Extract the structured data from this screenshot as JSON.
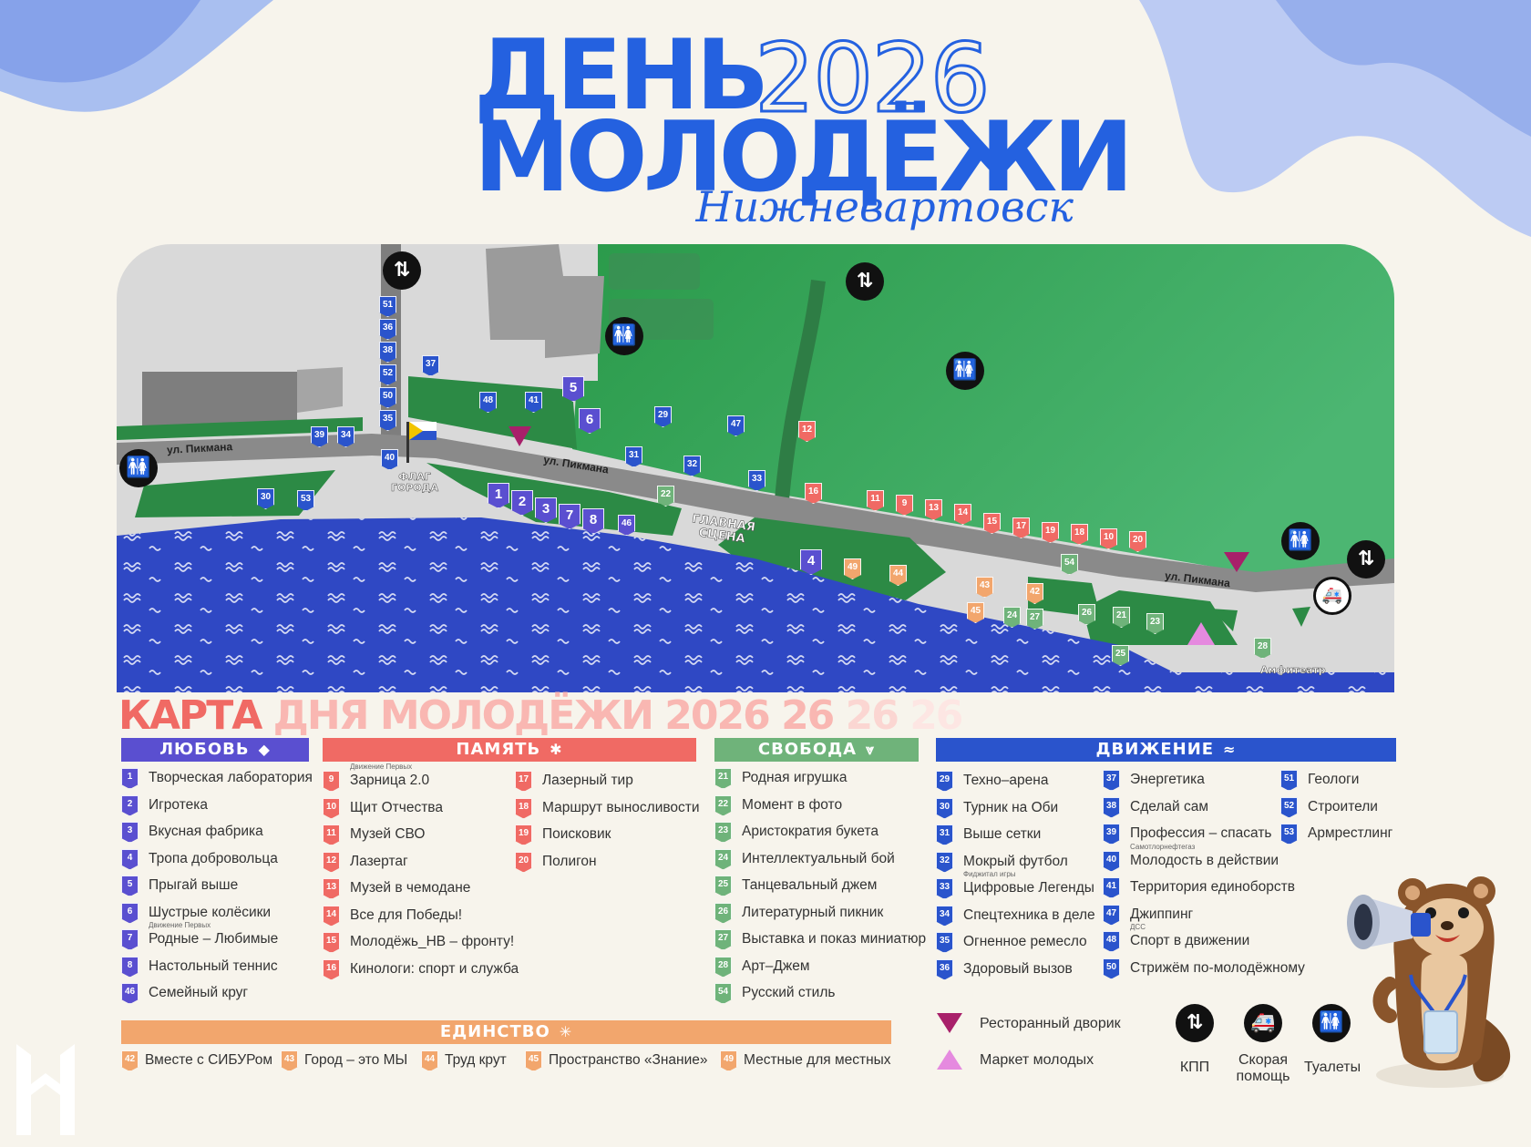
{
  "header": {
    "line1": "ДЕНЬ",
    "year": "2026",
    "line2": "МОЛОДЁЖИ",
    "city": "Нижневартовск"
  },
  "map": {
    "streets": [
      "ул. Пикмана",
      "ул. Пикмана",
      "ул. Пикмана"
    ],
    "flag_label": "ФЛАГ ГОРОДА",
    "stage_label": "ГЛАВНАЯ СЦЕНА",
    "amphitheater": "Амфитеатр"
  },
  "subtitle": {
    "main": "КАРТА",
    "rest": "ДНЯ МОЛОДЁЖИ 2026",
    "echo1": "26",
    "echo2": "26",
    "echo3": "26"
  },
  "categories": {
    "love": {
      "label": "ЛЮБОВЬ",
      "color": "#5a4fd0",
      "icon": "diamond-icon"
    },
    "memory": {
      "label": "ПАМЯТЬ",
      "color": "#f06a64",
      "icon": "star-person-icon"
    },
    "freedom": {
      "label": "СВОБОДА",
      "color": "#6fb37a",
      "icon": "chevron-down-icon"
    },
    "movement": {
      "label": "ДВИЖЕНИЕ",
      "color": "#2a54cc",
      "icon": "wave-icon"
    },
    "unity": {
      "label": "ЕДИНСТВО",
      "color": "#f2a66d",
      "icon": "sparkle-icon"
    }
  },
  "lists": {
    "love": [
      {
        "n": "1",
        "t": "Творческая лаборатория"
      },
      {
        "n": "2",
        "t": "Игротека"
      },
      {
        "n": "3",
        "t": "Вкусная фабрика"
      },
      {
        "n": "4",
        "t": "Тропа добровольца"
      },
      {
        "n": "5",
        "t": "Прыгай выше"
      },
      {
        "n": "6",
        "t": "Шустрые колёсики"
      },
      {
        "n": "7",
        "t": "Родные – Любимые",
        "sup": "Движение Первых"
      },
      {
        "n": "8",
        "t": "Настольный теннис"
      },
      {
        "n": "46",
        "t": "Семейный круг"
      }
    ],
    "memory1": [
      {
        "n": "9",
        "t": "Зарница 2.0",
        "sup": "Движение Первых"
      },
      {
        "n": "10",
        "t": "Щит Отчества"
      },
      {
        "n": "11",
        "t": "Музей СВО"
      },
      {
        "n": "12",
        "t": "Лазертаг"
      },
      {
        "n": "13",
        "t": "Музей в чемодане"
      },
      {
        "n": "14",
        "t": "Все для Победы!"
      },
      {
        "n": "15",
        "t": "Молодёжь_НВ – фронту!"
      },
      {
        "n": "16",
        "t": "Кинологи: спорт и служба"
      }
    ],
    "memory2": [
      {
        "n": "17",
        "t": "Лазерный тир"
      },
      {
        "n": "18",
        "t": "Маршрут выносливости"
      },
      {
        "n": "19",
        "t": "Поисковик"
      },
      {
        "n": "20",
        "t": "Полигон"
      }
    ],
    "freedom": [
      {
        "n": "21",
        "t": "Родная игрушка"
      },
      {
        "n": "22",
        "t": "Момент в фото"
      },
      {
        "n": "23",
        "t": "Аристократия букета"
      },
      {
        "n": "24",
        "t": "Интеллектуальный бой"
      },
      {
        "n": "25",
        "t": "Танцевальный джем"
      },
      {
        "n": "26",
        "t": "Литературный пикник"
      },
      {
        "n": "27",
        "t": "Выставка и показ миниатюр"
      },
      {
        "n": "28",
        "t": "Арт–Джем"
      },
      {
        "n": "54",
        "t": "Русский стиль"
      }
    ],
    "movement1": [
      {
        "n": "29",
        "t": "Техно–арена"
      },
      {
        "n": "30",
        "t": "Турник на Оби"
      },
      {
        "n": "31",
        "t": "Выше сетки"
      },
      {
        "n": "32",
        "t": "Мокрый футбол"
      },
      {
        "n": "33",
        "t": "Цифровые Легенды",
        "sup": "Фиджитал игры"
      },
      {
        "n": "34",
        "t": "Спецтехника в деле"
      },
      {
        "n": "35",
        "t": "Огненное ремесло"
      },
      {
        "n": "36",
        "t": "Здоровый вызов"
      }
    ],
    "movement2": [
      {
        "n": "37",
        "t": "Энергетика"
      },
      {
        "n": "38",
        "t": "Сделай сам"
      },
      {
        "n": "39",
        "t": "Профессия – спасать"
      },
      {
        "n": "40",
        "t": "Молодость в действии",
        "sup": "Самотлорнефтегаз"
      },
      {
        "n": "41",
        "t": "Территория единоборств"
      },
      {
        "n": "47",
        "t": "Джиппинг"
      },
      {
        "n": "48",
        "t": "Спорт в движении",
        "sup": "ДСС"
      },
      {
        "n": "50",
        "t": "Стрижём по-молодёжному"
      }
    ],
    "movement3": [
      {
        "n": "51",
        "t": "Геологи"
      },
      {
        "n": "52",
        "t": "Строители"
      },
      {
        "n": "53",
        "t": "Армрестлинг"
      }
    ],
    "unity": [
      {
        "n": "42",
        "t": "Вместе с СИБУРом"
      },
      {
        "n": "43",
        "t": "Город – это МЫ"
      },
      {
        "n": "44",
        "t": "Труд крут"
      },
      {
        "n": "45",
        "t": "Пространство «Знание»"
      },
      {
        "n": "49",
        "t": "Местные для местных"
      }
    ]
  },
  "legend": {
    "food_court": "Ресторанный дворик",
    "market": "Маркет молодых",
    "checkpoint": "КПП",
    "ambulance_l1": "Скорая",
    "ambulance_l2": "помощь",
    "toilets": "Туалеты"
  }
}
